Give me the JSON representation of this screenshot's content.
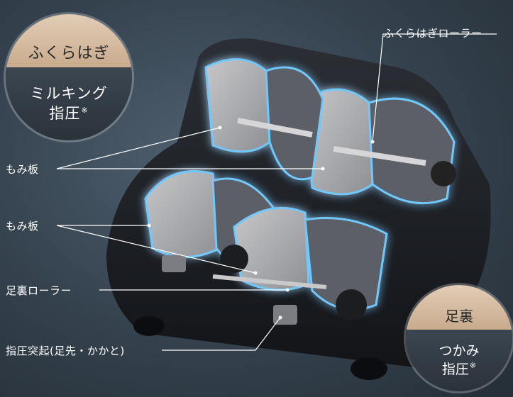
{
  "badges": {
    "calf": {
      "title": "ふくらはぎ",
      "line1": "ミルキング",
      "line2": "指圧",
      "mark": "※"
    },
    "sole": {
      "title": "足裏",
      "line1": "つかみ",
      "line2": "指圧",
      "mark": "※"
    }
  },
  "labels": {
    "calf_roller": "ふくらはぎローラー",
    "kneading_plate_1": "もみ板",
    "kneading_plate_2": "もみ板",
    "sole_roller": "足裏ローラー",
    "acupressure": "指圧突起(足先・かかと)"
  },
  "colors": {
    "accent_gold": "#c9ab8d",
    "glow_blue": "#6fc8ff"
  }
}
